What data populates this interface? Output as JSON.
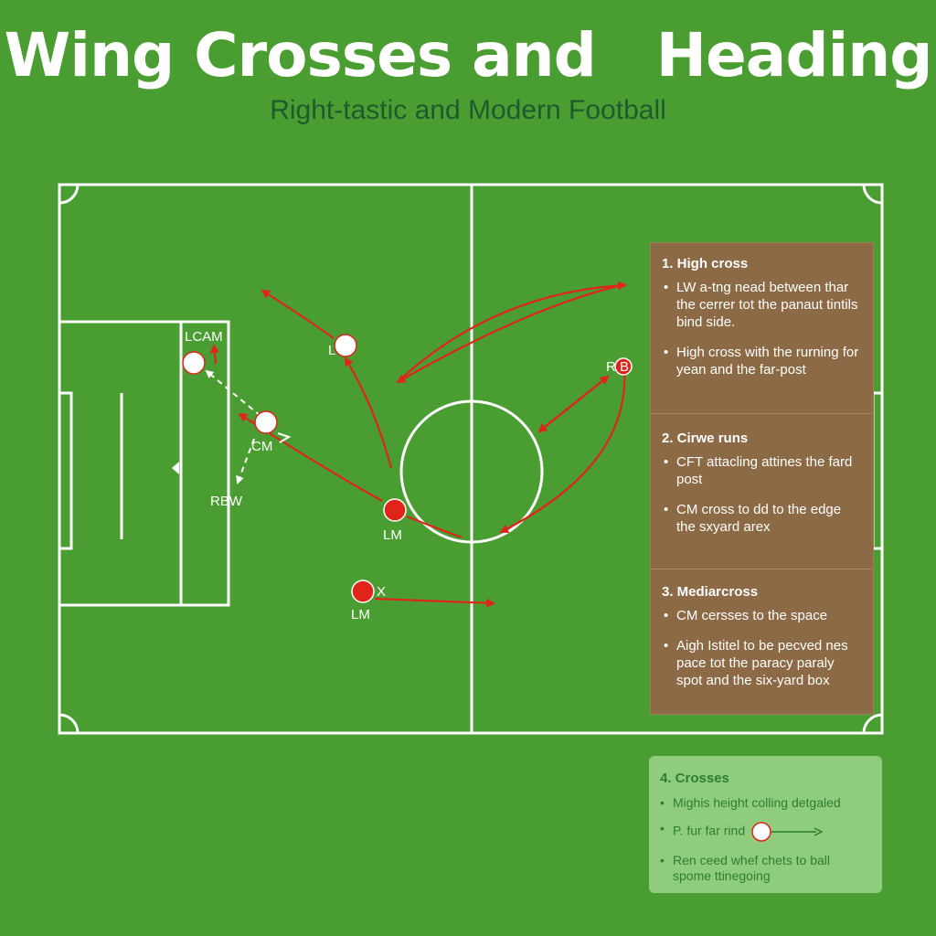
{
  "header": {
    "title": "Wing Crosses and   Heading",
    "subtitle": "Right-tastic and Modern Football"
  },
  "colors": {
    "grass": "#4a9e31",
    "lines": "#ffffff",
    "arrow": "#e0241b",
    "player_red": "#e0241b",
    "player_white": "#ffffff",
    "panel": "#8c6a45",
    "legend_bg": "#8fcd7c",
    "legend_text": "#2e7d32"
  },
  "players": [
    {
      "id": "lcam",
      "label": "LCAM",
      "team": "white"
    },
    {
      "id": "l",
      "label": "L",
      "team": "white"
    },
    {
      "id": "cm",
      "label": "CM",
      "team": "white"
    },
    {
      "id": "rbw",
      "label": "RBW",
      "team": "none"
    },
    {
      "id": "lm1",
      "label": "LM",
      "team": "red"
    },
    {
      "id": "lm2",
      "label": "LM",
      "team": "red"
    },
    {
      "id": "lm2x",
      "label": "X",
      "team": "none"
    },
    {
      "id": "rb",
      "label": "R  B",
      "team": "red"
    }
  ],
  "panel": {
    "sections": [
      {
        "heading": "1. High cross",
        "items": [
          "LW a-tng nead between thar the cerrer tot the panaut tintils bind side.",
          "High cross with the rurning for yean and the far-post"
        ]
      },
      {
        "heading": "2. Cirwe runs",
        "items": [
          "CFT attacling attines the fard post",
          "CM cross to dd to the edge the sxyard arex"
        ]
      },
      {
        "heading": "3. Mediarcross",
        "items": [
          "CM cersses to the space",
          "Aigh Istitel to be pecved nes pace tot the paracy paraly spot and the six-yard box"
        ]
      }
    ]
  },
  "legend": {
    "heading": "4. Crosses",
    "items": [
      "Mighis height colling detgaled",
      "P. fur far rind",
      "Ren ceed whef chets to ball spome ttinegoing"
    ]
  }
}
